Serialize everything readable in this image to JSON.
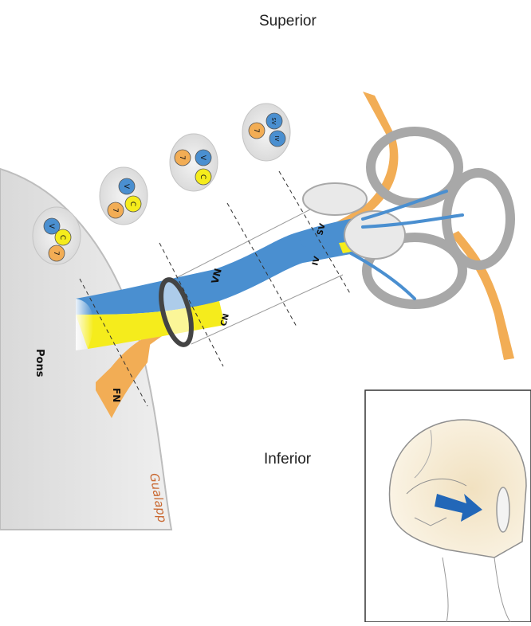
{
  "orientation": {
    "superior": "Superior",
    "inferior": "Inferior"
  },
  "structures": {
    "pons": "Pons",
    "vestibular_nerve": "VN",
    "cochlear_nerve": "CN",
    "facial_nerve": "FN",
    "superior_vestibular": "SV",
    "inferior_vestibular": "IV"
  },
  "cross_sections": [
    {
      "labels": [
        "V",
        "C",
        "7"
      ]
    },
    {
      "labels": [
        "V",
        "C",
        "7"
      ]
    },
    {
      "labels": [
        "V",
        "C",
        "7"
      ]
    },
    {
      "labels": [
        "SV",
        "IV",
        "7"
      ]
    }
  ],
  "signature": "Gualapp",
  "colors": {
    "vestibular": "#4a8fd0",
    "cochlear": "#f5ec1c",
    "facial": "#f2ad55",
    "bone": "#dcdcdc",
    "pons": "#e6e6e6",
    "inset_arrow": "#2267b8",
    "signature": "#c8662e"
  },
  "inset": {
    "description_icon": "skull-with-arrow-icon"
  }
}
